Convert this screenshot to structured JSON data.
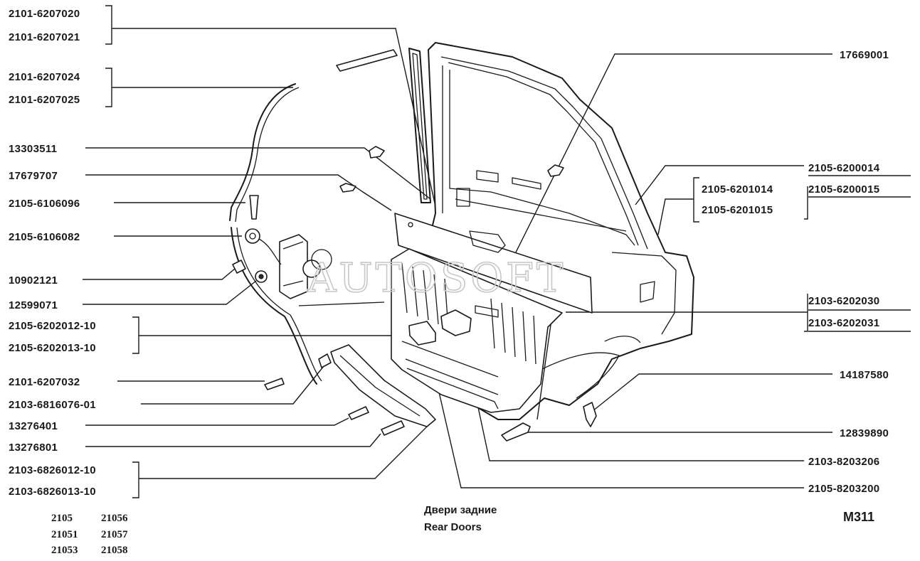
{
  "left_labels": [
    {
      "text": "2101-6207020"
    },
    {
      "text": "2101-6207021"
    },
    {
      "text": "2101-6207024"
    },
    {
      "text": "2101-6207025"
    },
    {
      "text": "13303511"
    },
    {
      "text": "17679707"
    },
    {
      "text": "2105-6106096"
    },
    {
      "text": "2105-6106082"
    },
    {
      "text": "10902121"
    },
    {
      "text": "12599071"
    },
    {
      "text": "2105-6202012-10"
    },
    {
      "text": "2105-6202013-10"
    },
    {
      "text": "2101-6207032"
    },
    {
      "text": "2103-6816076-01"
    },
    {
      "text": "13276401"
    },
    {
      "text": "13276801"
    },
    {
      "text": "2103-6826012-10"
    },
    {
      "text": "2103-6826013-10"
    }
  ],
  "right_labels": [
    {
      "text": "17669001"
    },
    {
      "text": "2105-6200014"
    },
    {
      "text": "2105-6201014"
    },
    {
      "text": "2105-6200015"
    },
    {
      "text": "2105-6201015"
    },
    {
      "text": "2103-6202030"
    },
    {
      "text": "2103-6202031"
    },
    {
      "text": "14187580"
    },
    {
      "text": "12839890"
    },
    {
      "text": "2103-8203206"
    },
    {
      "text": "2105-8203200"
    }
  ],
  "caption": {
    "ru": "Двери задние",
    "en": "Rear Doors"
  },
  "diagram_code": "M311",
  "watermark": "AUTOSOFT",
  "models": [
    "2105",
    "21056",
    "21051",
    "21057",
    "21053",
    "21058"
  ]
}
